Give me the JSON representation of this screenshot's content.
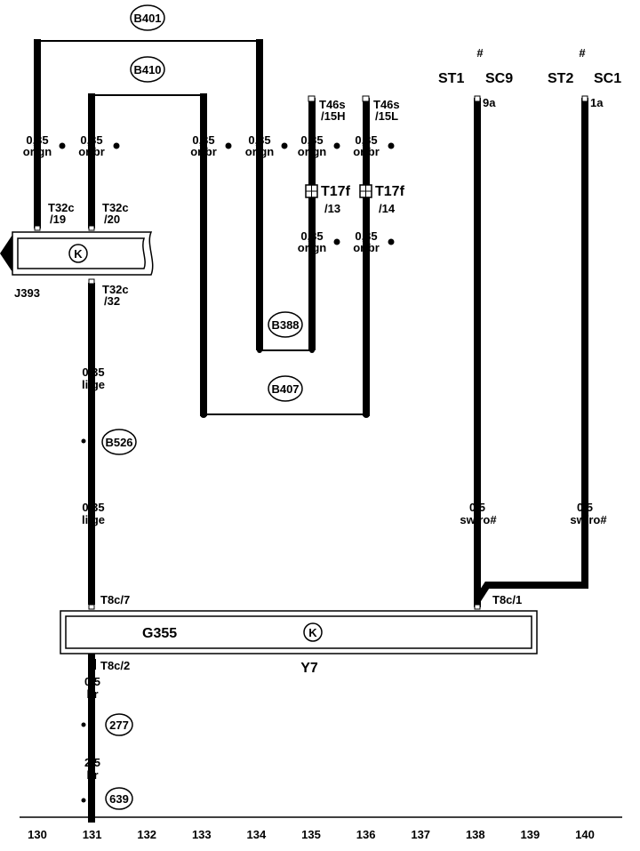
{
  "connections": {
    "b401": "B401",
    "b410": "B410",
    "b388": "B388",
    "b407": "B407",
    "b526": "B526",
    "c277": "277",
    "c639": "639"
  },
  "wires": {
    "w1": [
      "0,35",
      "or/gn"
    ],
    "w2": [
      "0,35",
      "or/br"
    ],
    "w3": [
      "0,35",
      "or/br"
    ],
    "w4": [
      "0,35",
      "or/gn"
    ],
    "w5": [
      "0,35",
      "or/gn"
    ],
    "w6": [
      "0,35",
      "or/br"
    ],
    "w7": [
      "0,35",
      "or/gn"
    ],
    "w8": [
      "0,35",
      "or/br"
    ],
    "w9": [
      "0,35",
      "li/ge"
    ],
    "w10": [
      "0,35",
      "li/ge"
    ],
    "w11": [
      "0,5",
      "sw/ro#"
    ],
    "w12": [
      "0,5",
      "sw/ro#"
    ],
    "w13": [
      "0,5",
      "br"
    ],
    "w14": [
      "2,5",
      "br"
    ]
  },
  "pins": {
    "t46_15h": [
      "T46s",
      "/15H"
    ],
    "t46_15l": [
      "T46s",
      "/15L"
    ],
    "t17_13": [
      "T17f",
      "/13"
    ],
    "t17_14": [
      "T17f",
      "/14"
    ],
    "t32_19": [
      "T32c",
      "/19"
    ],
    "t32_20": [
      "T32c",
      "/20"
    ],
    "t32_32": [
      "T32c",
      "/32"
    ],
    "t8c_7": "T8c/7",
    "t8c_1": "T8c/1",
    "t8c_2": "T8c/2",
    "p9a": "9a",
    "p1a": "1a"
  },
  "terminals": {
    "st1": "ST1",
    "sc9": "SC9",
    "st2": "ST2",
    "sc1": "SC1",
    "hash": "#"
  },
  "components": {
    "j393": "J393",
    "g355": "G355",
    "y7": "Y7",
    "k_symbol": "K"
  },
  "ruler": [
    "130",
    "131",
    "132",
    "133",
    "134",
    "135",
    "136",
    "137",
    "138",
    "139",
    "140"
  ]
}
